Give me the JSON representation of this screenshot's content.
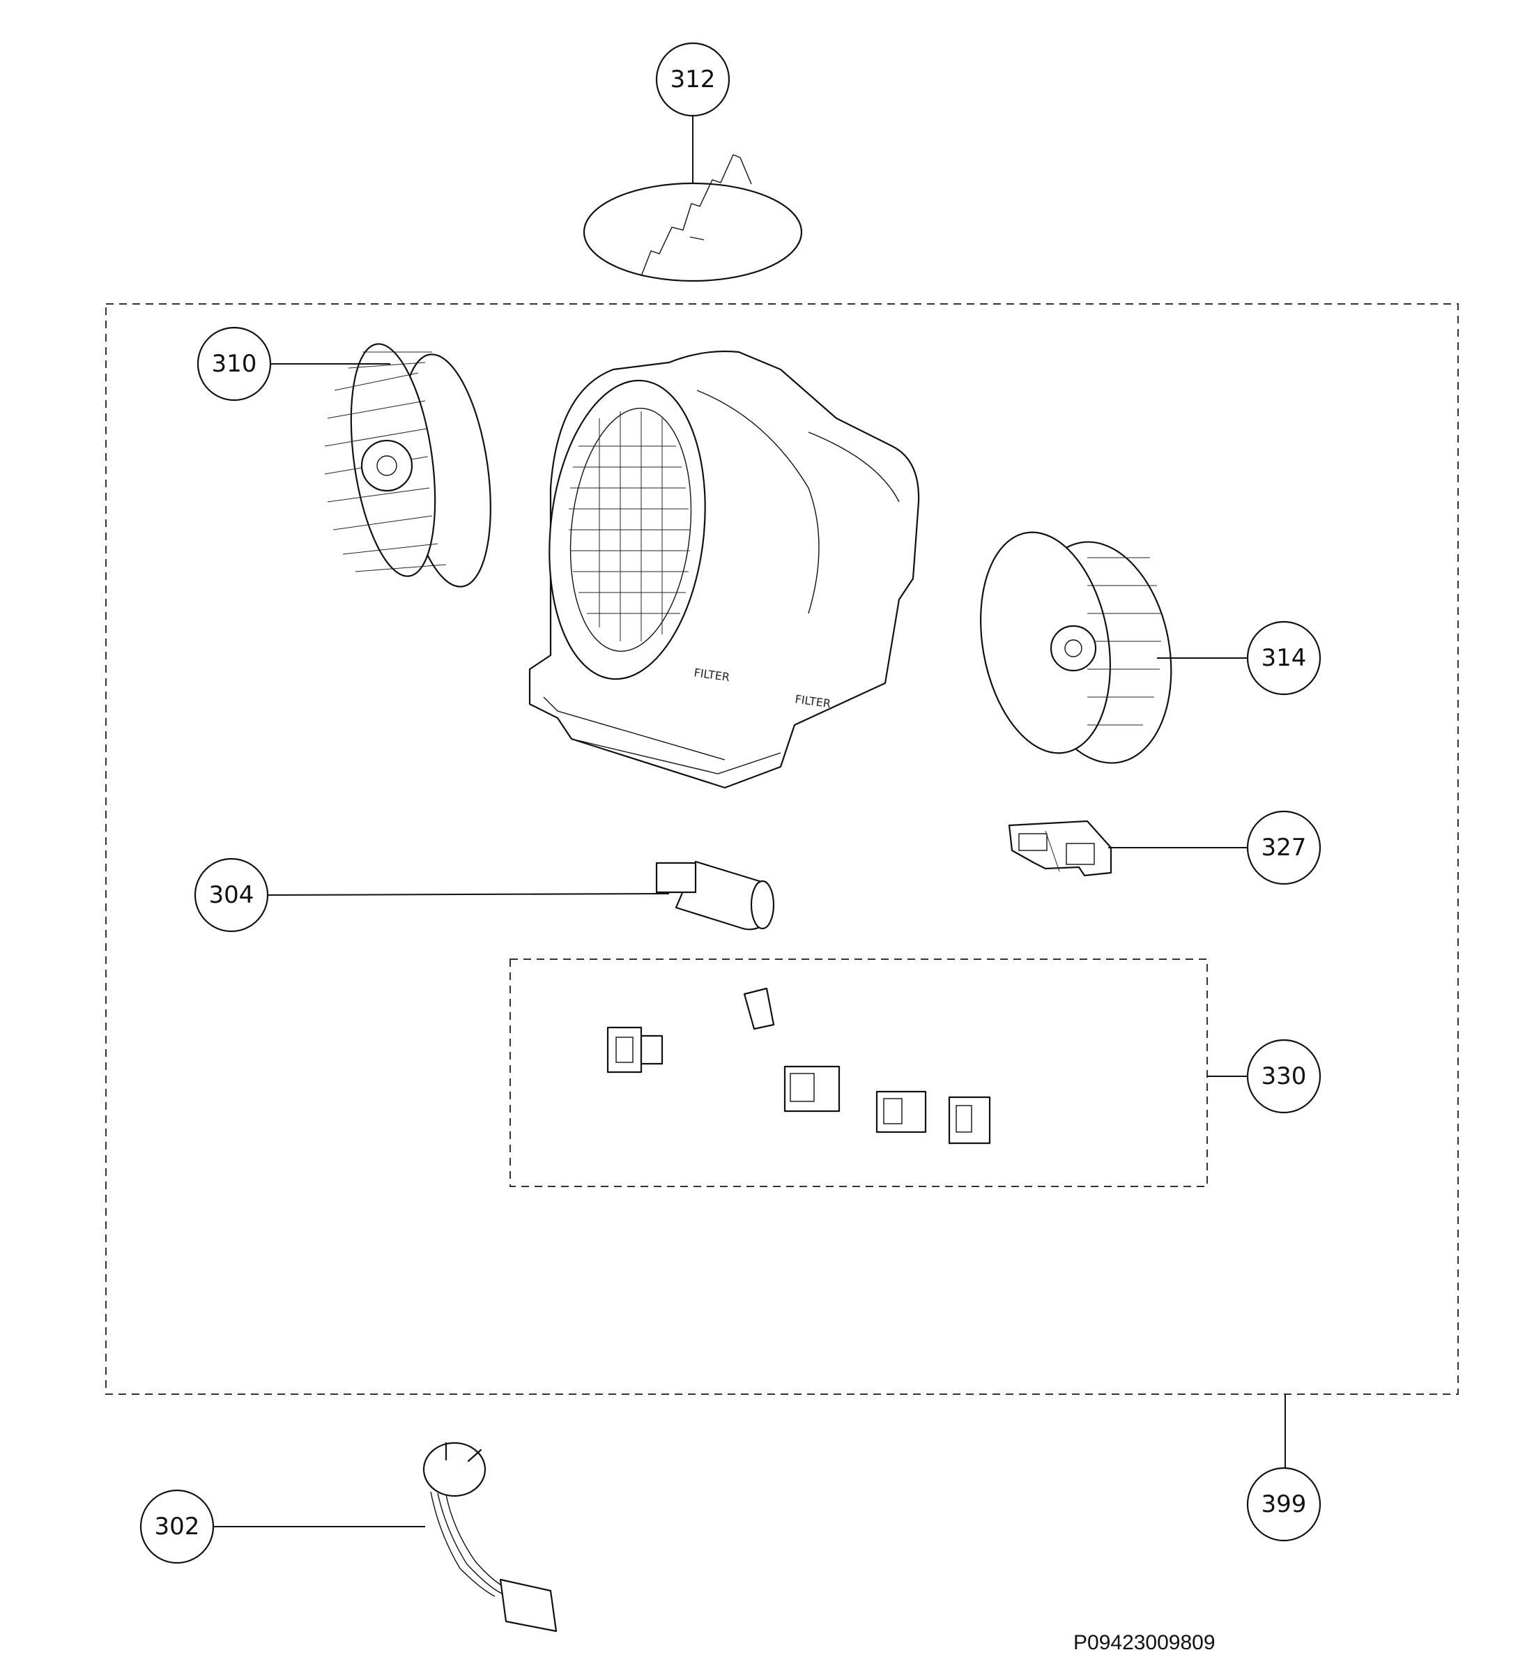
{
  "diagram": {
    "callouts": [
      {
        "id": "312",
        "label": "312"
      },
      {
        "id": "310",
        "label": "310"
      },
      {
        "id": "314",
        "label": "314"
      },
      {
        "id": "327",
        "label": "327"
      },
      {
        "id": "304",
        "label": "304"
      },
      {
        "id": "330",
        "label": "330"
      },
      {
        "id": "399",
        "label": "399"
      },
      {
        "id": "302",
        "label": "302"
      }
    ],
    "housing_text": [
      "FILTER",
      "FILTER"
    ],
    "document_code": "P09423009809"
  }
}
